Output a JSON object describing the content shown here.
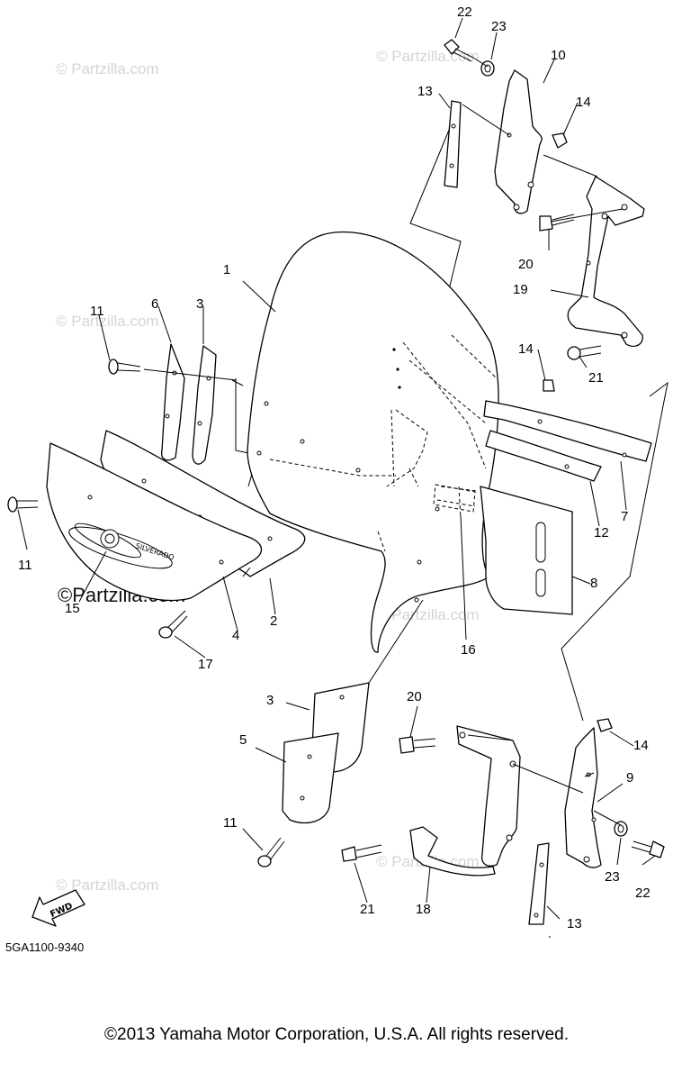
{
  "diagram": {
    "part_code": "5GA1100-9340",
    "fwd_label": "FWD",
    "emblem_text": "SILVERADO",
    "watermark_text": "© Partzilla.com",
    "watermark_center": "©Partzilla.com",
    "callouts": {
      "c1": "1",
      "c2": "2",
      "c3a": "3",
      "c3b": "3",
      "c4": "4",
      "c5": "5",
      "c6": "6",
      "c7": "7",
      "c8": "8",
      "c9": "9",
      "c10": "10",
      "c11a": "11",
      "c11b": "11",
      "c11c": "11",
      "c12": "12",
      "c13a": "13",
      "c13b": "13",
      "c14a": "14",
      "c14b": "14",
      "c14c": "14",
      "c15": "15",
      "c16": "16",
      "c17": "17",
      "c18": "18",
      "c19": "19",
      "c20a": "20",
      "c20b": "20",
      "c21a": "21",
      "c21b": "21",
      "c22a": "22",
      "c22b": "22",
      "c23a": "23",
      "c23b": "23"
    }
  },
  "footer": {
    "copyright": "©2013 Yamaha Motor Corporation, U.S.A. All rights reserved."
  }
}
